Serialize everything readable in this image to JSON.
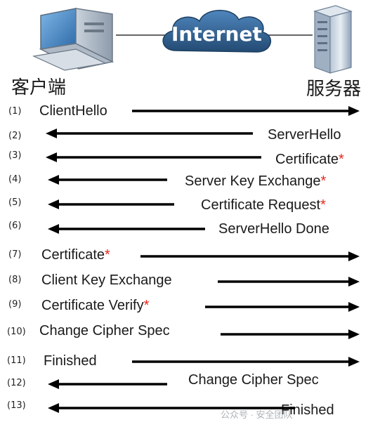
{
  "nodes": {
    "client_label": "客户端",
    "internet_label": "Internet",
    "server_label": "服务器"
  },
  "messages": [
    {
      "num": "(1)",
      "label": "ClientHello",
      "star": "",
      "direction": "right"
    },
    {
      "num": "(2)",
      "label": "ServerHello",
      "star": "",
      "direction": "left"
    },
    {
      "num": "(3)",
      "label": "Certificate",
      "star": "*",
      "direction": "left"
    },
    {
      "num": "(4)",
      "label": "Server Key Exchange",
      "star": "*",
      "direction": "left"
    },
    {
      "num": "(5)",
      "label": "Certificate Request",
      "star": "*",
      "direction": "left"
    },
    {
      "num": "(6)",
      "label": "ServerHello Done",
      "star": "",
      "direction": "left"
    },
    {
      "num": "(7)",
      "label": "Certificate",
      "star": "*",
      "direction": "right"
    },
    {
      "num": "(8)",
      "label": "Client Key Exchange",
      "star": "",
      "direction": "right"
    },
    {
      "num": "(9)",
      "label": "Certificate Verify",
      "star": "*",
      "direction": "right"
    },
    {
      "num": "(10)",
      "label": "Change Cipher Spec",
      "star": "",
      "direction": "right"
    },
    {
      "num": "(11)",
      "label": "Finished",
      "star": "",
      "direction": "right"
    },
    {
      "num": "(12)",
      "label": "Change Cipher Spec",
      "star": "",
      "direction": "left"
    },
    {
      "num": "(13)",
      "label": "Finished",
      "star": "",
      "direction": "left"
    }
  ],
  "watermark": "公众号 · 安全团队",
  "colors": {
    "arrow": "#000000",
    "star": "#e8261f",
    "cloud": "#2f5d8a"
  }
}
